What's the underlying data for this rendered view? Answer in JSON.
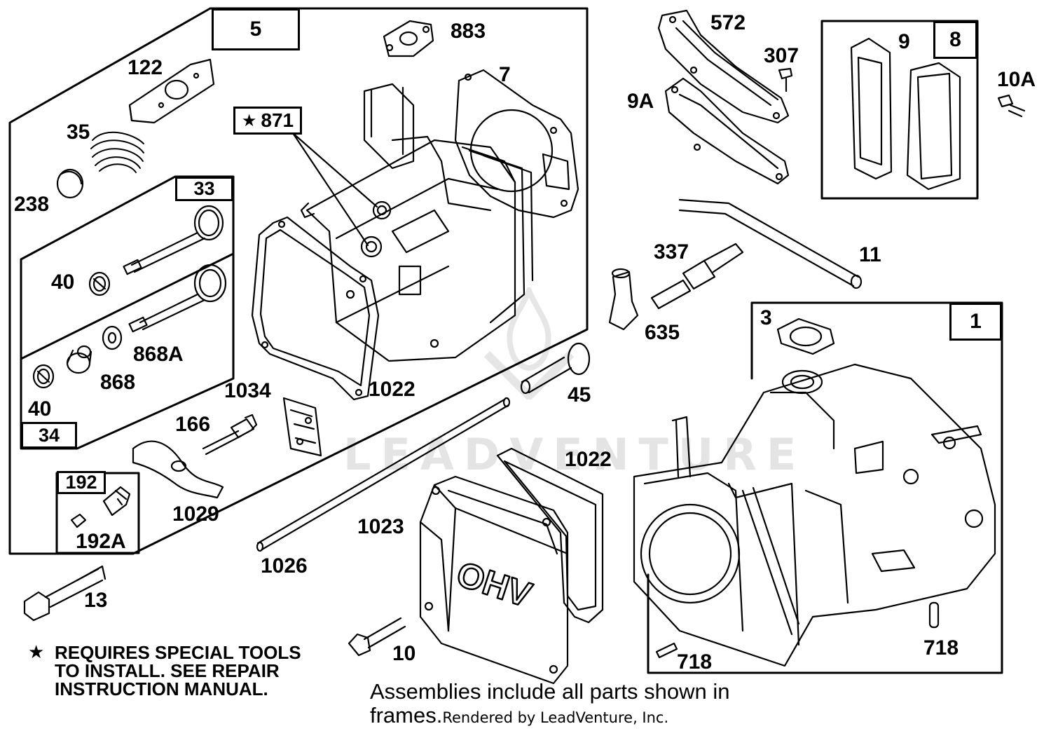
{
  "boxes": {
    "b5": "5",
    "b33": "33",
    "b34": "34",
    "b192": "192",
    "b8": "8",
    "b1": "1",
    "b871": "871"
  },
  "parts": {
    "p883": "883",
    "p7": "7",
    "p122": "122",
    "p35": "35",
    "p238": "238",
    "p40a": "40",
    "p40b": "40",
    "p868A": "868A",
    "p868": "868",
    "p1034": "1034",
    "p1022a": "1022",
    "p166": "166",
    "p1029": "1029",
    "p192A": "192A",
    "p13": "13",
    "p45": "45",
    "p1026": "1026",
    "p1022b": "1022",
    "p1023": "1023",
    "p10": "10",
    "p572": "572",
    "p307": "307",
    "p9A": "9A",
    "p9": "9",
    "p10A": "10A",
    "p11": "11",
    "p337": "337",
    "p635": "635",
    "p3": "3",
    "p718a": "718",
    "p718b": "718"
  },
  "cover_text": "OHV",
  "note": {
    "star": "★",
    "line1": "REQUIRES SPECIAL TOOLS",
    "line2": "TO INSTALL.  SEE REPAIR",
    "line3": "INSTRUCTION MANUAL."
  },
  "footer": {
    "assemblies": "Assemblies include all parts shown in",
    "frames": "frames.",
    "rendered": "Rendered by LeadVenture, Inc."
  },
  "watermark": "LEADVENTURE",
  "colors": {
    "ink": "#000000",
    "watermark": "#e4e4e4"
  }
}
